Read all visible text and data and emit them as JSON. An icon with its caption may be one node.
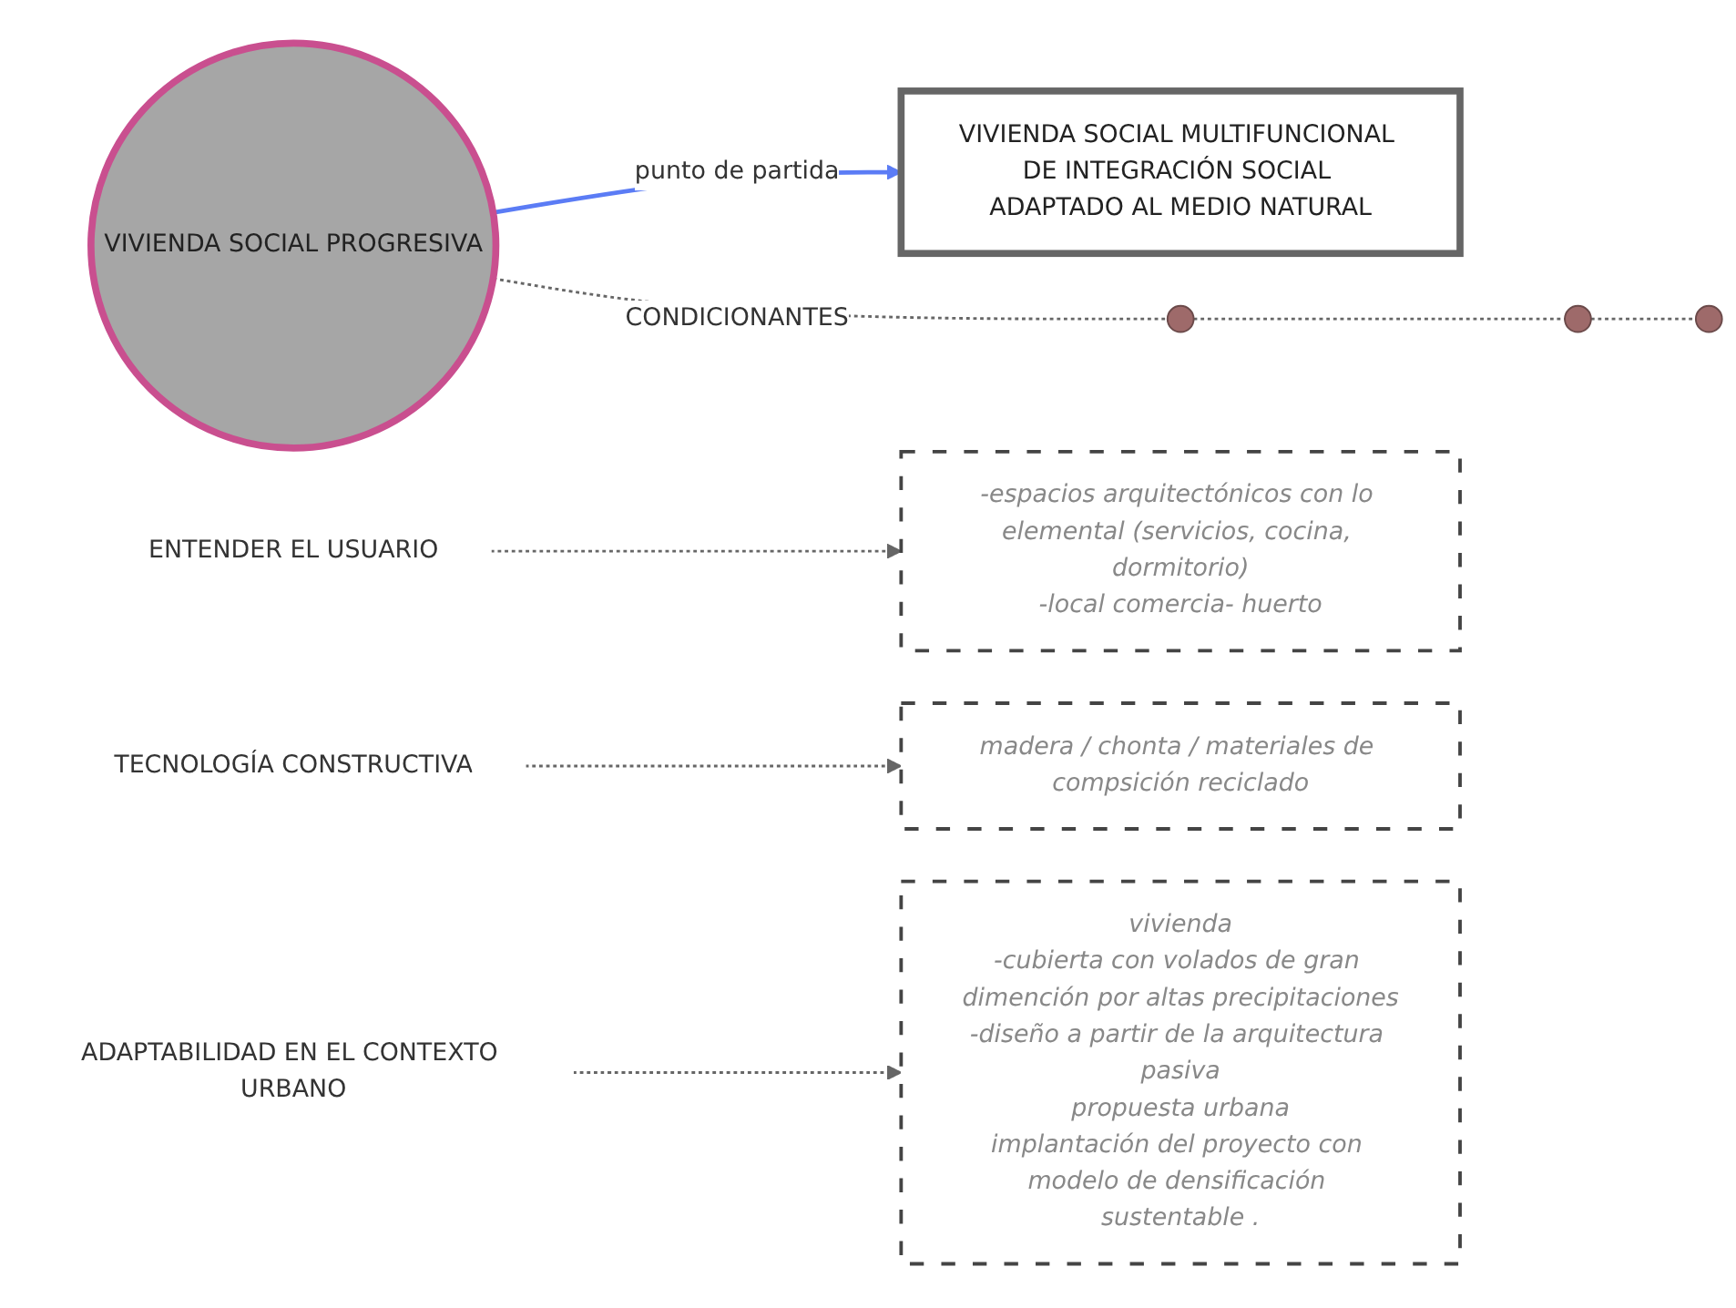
{
  "diagram": {
    "nodes": [
      {
        "text": [
          "VIVIENDA SOCIAL PROGRESIVA"
        ]
      },
      {
        "text": [
          "VIVIENDA SOCIAL MULTIFUNCIONAL DE INTEGRACIÓN SOCIAL ADAPTADO AL MEDIO NATURAL"
        ]
      },
      {
        "text": [],
        "shape": "circle"
      },
      {
        "text": [
          "ENTENDER EL USUARIO"
        ]
      },
      {
        "text": [
          "-espacios arquitectónicos con lo elemental (servicios, cocina, dormitorio)",
          "-local comercia- huerto"
        ]
      },
      {
        "text": [],
        "shape": "circle"
      },
      {
        "text": [
          "TECNOLOGÍA CONSTRUCTIVA"
        ]
      },
      {
        "text": [
          "madera / chonta / materiales de compsición reciclado"
        ]
      },
      {
        "text": [],
        "shape": "circle"
      },
      {
        "text": [
          "ADAPTABILIDAD EN EL CONTEXTO URBANO"
        ]
      },
      {
        "text": [
          "vivienda",
          "-cubierta con volados de gran dimención por altas precipitaciones",
          "-diseño a partir de la arquitectura pasiva",
          "propuesta urbana",
          "implantación del proyecto con modelo de densificación sustentable ."
        ]
      }
    ],
    "edges": [
      {
        "from": 0,
        "to": 1,
        "arrow": "to",
        "label": "punto de partida",
        "color": "#5b7cf5"
      },
      {
        "from": 0,
        "to": 2,
        "arrow": "none",
        "style": "dashed",
        "label": "CONDICIONANTES"
      },
      {
        "from": 2,
        "to": 5,
        "arrow": "none",
        "style": "dashed"
      },
      {
        "from": 5,
        "to": 8,
        "arrow": "none",
        "style": "dashed"
      },
      {
        "from": 3,
        "to": 4,
        "arrow": "to",
        "style": "dashed"
      },
      {
        "from": 6,
        "to": 7,
        "arrow": "to",
        "style": "dashed"
      },
      {
        "from": 9,
        "to": 10,
        "arrow": "to",
        "style": "dashed"
      }
    ]
  }
}
